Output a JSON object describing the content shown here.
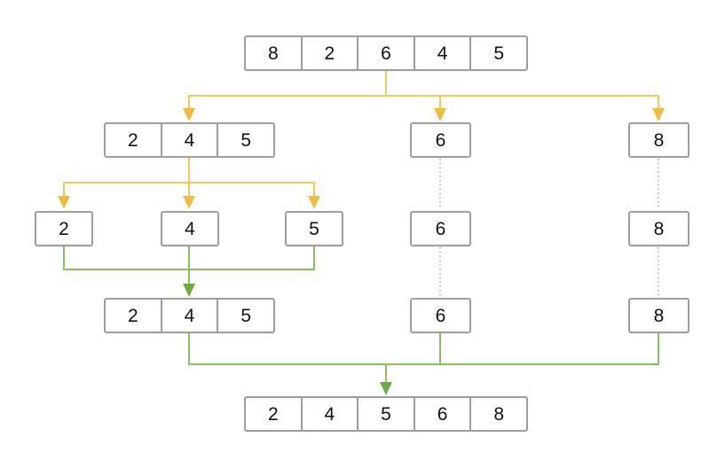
{
  "diagram": {
    "description": "sorting-split-merge-diagram",
    "colors": {
      "split-line": "#F1C75F",
      "split-head": "#F0BC40",
      "merge-line": "#8CBE64",
      "merge-head": "#6CAC42",
      "dotted-line": "#B0B0B0",
      "box-border": "#9E9E9E",
      "text-color": "#111111"
    },
    "levels": [
      {
        "nodes": [
          {
            "values": [
              "8",
              "2",
              "6",
              "4",
              "5"
            ]
          }
        ]
      },
      {
        "nodes": [
          {
            "values": [
              "2",
              "4",
              "5"
            ]
          },
          {
            "values": [
              "6"
            ]
          },
          {
            "values": [
              "8"
            ]
          }
        ]
      },
      {
        "nodes": [
          {
            "values": [
              "2"
            ]
          },
          {
            "values": [
              "4"
            ]
          },
          {
            "values": [
              "5"
            ]
          },
          {
            "values": [
              "6"
            ]
          },
          {
            "values": [
              "8"
            ]
          }
        ]
      },
      {
        "nodes": [
          {
            "values": [
              "2",
              "4",
              "5"
            ]
          },
          {
            "values": [
              "6"
            ]
          },
          {
            "values": [
              "8"
            ]
          }
        ]
      },
      {
        "nodes": [
          {
            "values": [
              "2",
              "4",
              "5",
              "6",
              "8"
            ]
          }
        ]
      }
    ]
  }
}
